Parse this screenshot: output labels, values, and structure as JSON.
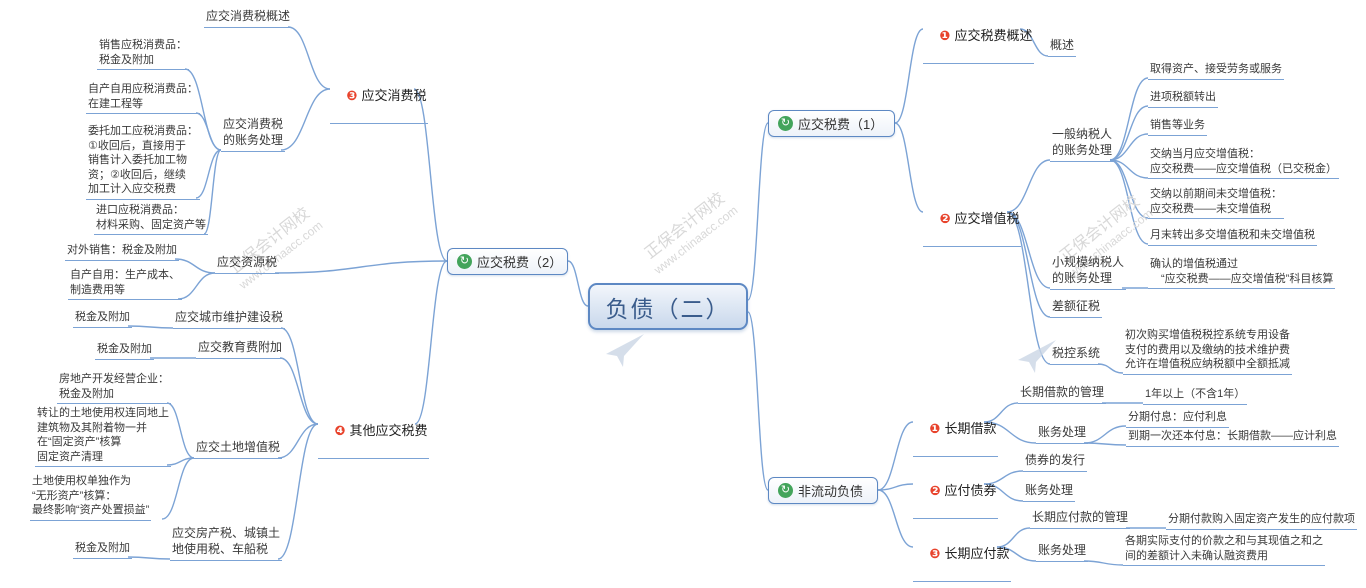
{
  "center": {
    "label": "负债（二）"
  },
  "hubs": {
    "tax2": {
      "label": "应交税费（2）"
    },
    "tax1": {
      "label": "应交税费（1）"
    },
    "noncurrent": {
      "label": "非流动负债"
    }
  },
  "left": {
    "consumption": {
      "num": "❸",
      "label": "应交消费税"
    },
    "consumption_overview": {
      "label": "应交消费税概述"
    },
    "consumption_acct": {
      "label": "应交消费税\n的账务处理"
    },
    "sale": {
      "label": "销售应税消费品：\n税金及附加"
    },
    "self_use": {
      "label": "自产自用应税消费品：\n在建工程等"
    },
    "consign": {
      "label": "委托加工应税消费品：\n①收回后，直接用于\n销售计入委托加工物\n资；②收回后，继续\n加工计入应交税费"
    },
    "import_goods": {
      "label": "进口应税消费品：\n材料采购、固定资产等"
    },
    "resource": {
      "label": "应交资源税"
    },
    "resource_sale": {
      "label": "对外销售：税金及附加"
    },
    "resource_self": {
      "label": "自产自用：生产成本、\n制造费用等"
    },
    "other": {
      "num": "❹",
      "label": "其他应交税费"
    },
    "city": {
      "label": "应交城市维护建设税"
    },
    "city_src": {
      "label": "税金及附加"
    },
    "edu": {
      "label": "应交教育费附加"
    },
    "edu_src": {
      "label": "税金及附加"
    },
    "land_vat": {
      "label": "应交土地增值税"
    },
    "land_re": {
      "label": "房地产开发经营企业：\n税金及附加"
    },
    "land_transfer": {
      "label": "转让的土地使用权连同地上\n建筑物及其附着物一并\n在“固定资产”核算\n固定资产清理"
    },
    "land_right": {
      "label": "土地使用权单独作为\n“无形资产”核算：\n最终影响“资产处置损益”"
    },
    "property": {
      "label": "应交房产税、城镇土\n地使用税、车船税"
    },
    "property_src": {
      "label": "税金及附加"
    }
  },
  "right_top": {
    "overview": {
      "num": "❶",
      "label": "应交税费概述"
    },
    "overview_sub": {
      "label": "概述"
    },
    "vat": {
      "num": "❷",
      "label": "应交增值税"
    },
    "general": {
      "label": "一般纳税人\n的账务处理"
    },
    "g_acquire": {
      "label": "取得资产、接受劳务或服务"
    },
    "g_transfer_out": {
      "label": "进项税额转出"
    },
    "g_sales": {
      "label": "销售等业务"
    },
    "g_pay_current": {
      "label": "交纳当月应交增值税：\n应交税费——应交增值税（已交税金）"
    },
    "g_pay_prior": {
      "label": "交纳以前期间未交增值税：\n应交税费——未交增值税"
    },
    "g_monthend": {
      "label": "月末转出多交增值税和未交增值税"
    },
    "small_scale": {
      "label": "小规模纳税人\n的账务处理"
    },
    "small_note": {
      "label": "确认的增值税通过\n　“应交税费——应交增值税”科目核算"
    },
    "diff": {
      "label": "差额征税"
    },
    "tax_ctrl": {
      "label": "税控系统"
    },
    "tax_ctrl_note": {
      "label": "初次购买增值税税控系统专用设备\n支付的费用以及缴纳的技术维护费\n允许在增值税应纳税额中全额抵减"
    }
  },
  "right_bottom": {
    "lt_loan": {
      "num": "❶",
      "label": "长期借款"
    },
    "lt_loan_mgmt": {
      "label": "长期借款的管理"
    },
    "lt_loan_mgmt_note": {
      "label": "1年以上（不含1年）"
    },
    "lt_loan_acct": {
      "label": "账务处理"
    },
    "lt_loan_a1": {
      "label": "分期付息：应付利息"
    },
    "lt_loan_a2": {
      "label": "到期一次还本付息：长期借款——应计利息"
    },
    "bonds": {
      "num": "❷",
      "label": "应付债券"
    },
    "bonds_issue": {
      "label": "债券的发行"
    },
    "bonds_acct": {
      "label": "账务处理"
    },
    "lt_pay": {
      "num": "❸",
      "label": "长期应付款"
    },
    "lt_pay_mgmt": {
      "label": "长期应付款的管理"
    },
    "lt_pay_mgmt_note": {
      "label": "分期付款购入固定资产发生的应付款项"
    },
    "lt_pay_acct": {
      "label": "账务处理"
    },
    "lt_pay_note": {
      "label": "各期实际支付的价款之和与其现值之和之\n间的差额计入未确认融资费用"
    }
  },
  "watermark": {
    "brand": "正保会计网校",
    "site": "www.chinaacc.com"
  },
  "colors": {
    "branch_line": "#7ca3d5",
    "marker_red": "#e8432c",
    "icon_green": "#43a45b",
    "center_blue": "#5d88c3",
    "watermark_gray": "#d8d8d8"
  }
}
